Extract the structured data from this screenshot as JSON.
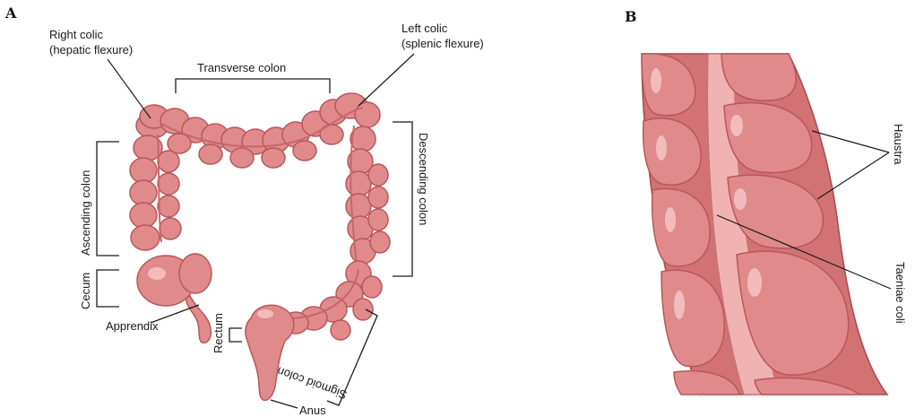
{
  "panels": {
    "a": "A",
    "b": "B"
  },
  "labels": {
    "right_colic_line1": "Right colic",
    "right_colic_line2": "(hepatic flexure)",
    "left_colic_line1": "Left colic",
    "left_colic_line2": "(splenic flexure)",
    "transverse_colon": "Transverse colon",
    "ascending_colon": "Ascending colon",
    "descending_colon": "Descending colon",
    "cecum": "Cecum",
    "appendix": "Apprendix",
    "rectum": "Rectum",
    "sigmoid_colon": "Sigmoid colon",
    "anus": "Anus",
    "haustra": "Haustra",
    "taeniae_coli": "Taeniae coli"
  },
  "colors": {
    "tissue": "#e08a8c",
    "tissue_outline": "#b8575c",
    "lumen": "#f1b2b2",
    "text": "#1a1a1a"
  }
}
